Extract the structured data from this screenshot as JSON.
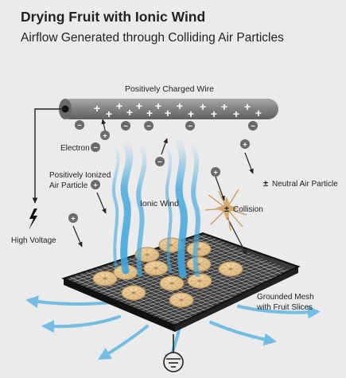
{
  "title": "Drying Fruit with Ionic Wind",
  "subtitle": "Airflow Generated through Colliding Air Particles",
  "labels": {
    "wire": "Positively Charged Wire",
    "electron": "Electron",
    "ionized_line1": "Positively Ionized",
    "ionized_line2": "Air Particle",
    "ionic_wind": "Ionic Wind",
    "neutral": "Neutral Air Particle",
    "collision": "Collision",
    "high_voltage": "High Voltage",
    "mesh_line1": "Grounded Mesh",
    "mesh_line2": "with Fruit Slices"
  },
  "symbols": {
    "plus": "+",
    "minus": "−",
    "plus_minus": "±"
  },
  "icons": [
    "lightning-bolt-icon",
    "ground-symbol-icon"
  ],
  "colors": {
    "background": "#ebebeb",
    "wire": "#7d7d7d",
    "wind": "#3ea6dc",
    "mesh": "#1c1c1c",
    "fruit": "#e0bf8a",
    "particle": "#6a6a6a",
    "collision_star": "#c89a62"
  }
}
